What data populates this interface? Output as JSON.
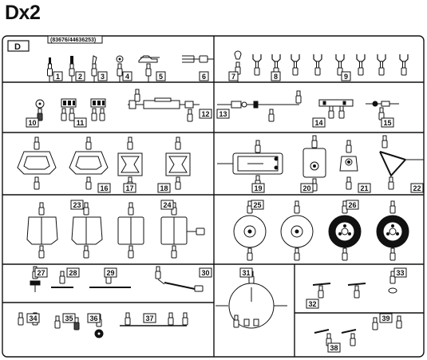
{
  "title": "Dx2",
  "sprue": {
    "letter": "D",
    "code": "(83676/44636253)",
    "part_numbers": [
      "1",
      "2",
      "3",
      "4",
      "5",
      "6",
      "7",
      "8",
      "9",
      "10",
      "11",
      "12",
      "13",
      "14",
      "15",
      "16",
      "17",
      "18",
      "19",
      "20",
      "21",
      "22",
      "23",
      "24",
      "25",
      "26",
      "27",
      "28",
      "29",
      "30",
      "31",
      "32",
      "33",
      "34",
      "35",
      "36",
      "37",
      "38",
      "39"
    ]
  }
}
